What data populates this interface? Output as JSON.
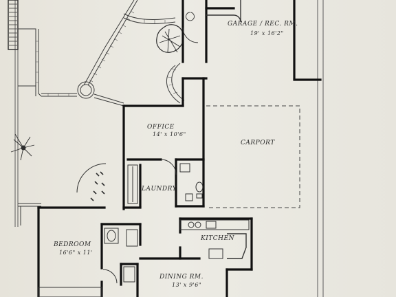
{
  "rooms": {
    "garage": {
      "name": "GARAGE / REC. RM.",
      "dims": "19' x 16'2\""
    },
    "office": {
      "name": "OFFICE",
      "dims": "14' x 10'6\""
    },
    "carport": {
      "name": "CARPORT"
    },
    "laundry": {
      "name": "LAUNDRY"
    },
    "kitchen": {
      "name": "KITCHEN"
    },
    "bedroom": {
      "name": "BEDROOM",
      "dims": "16'6\" x 11'"
    },
    "dining": {
      "name": "DINING RM.",
      "dims": "13' x 9'6\""
    }
  }
}
